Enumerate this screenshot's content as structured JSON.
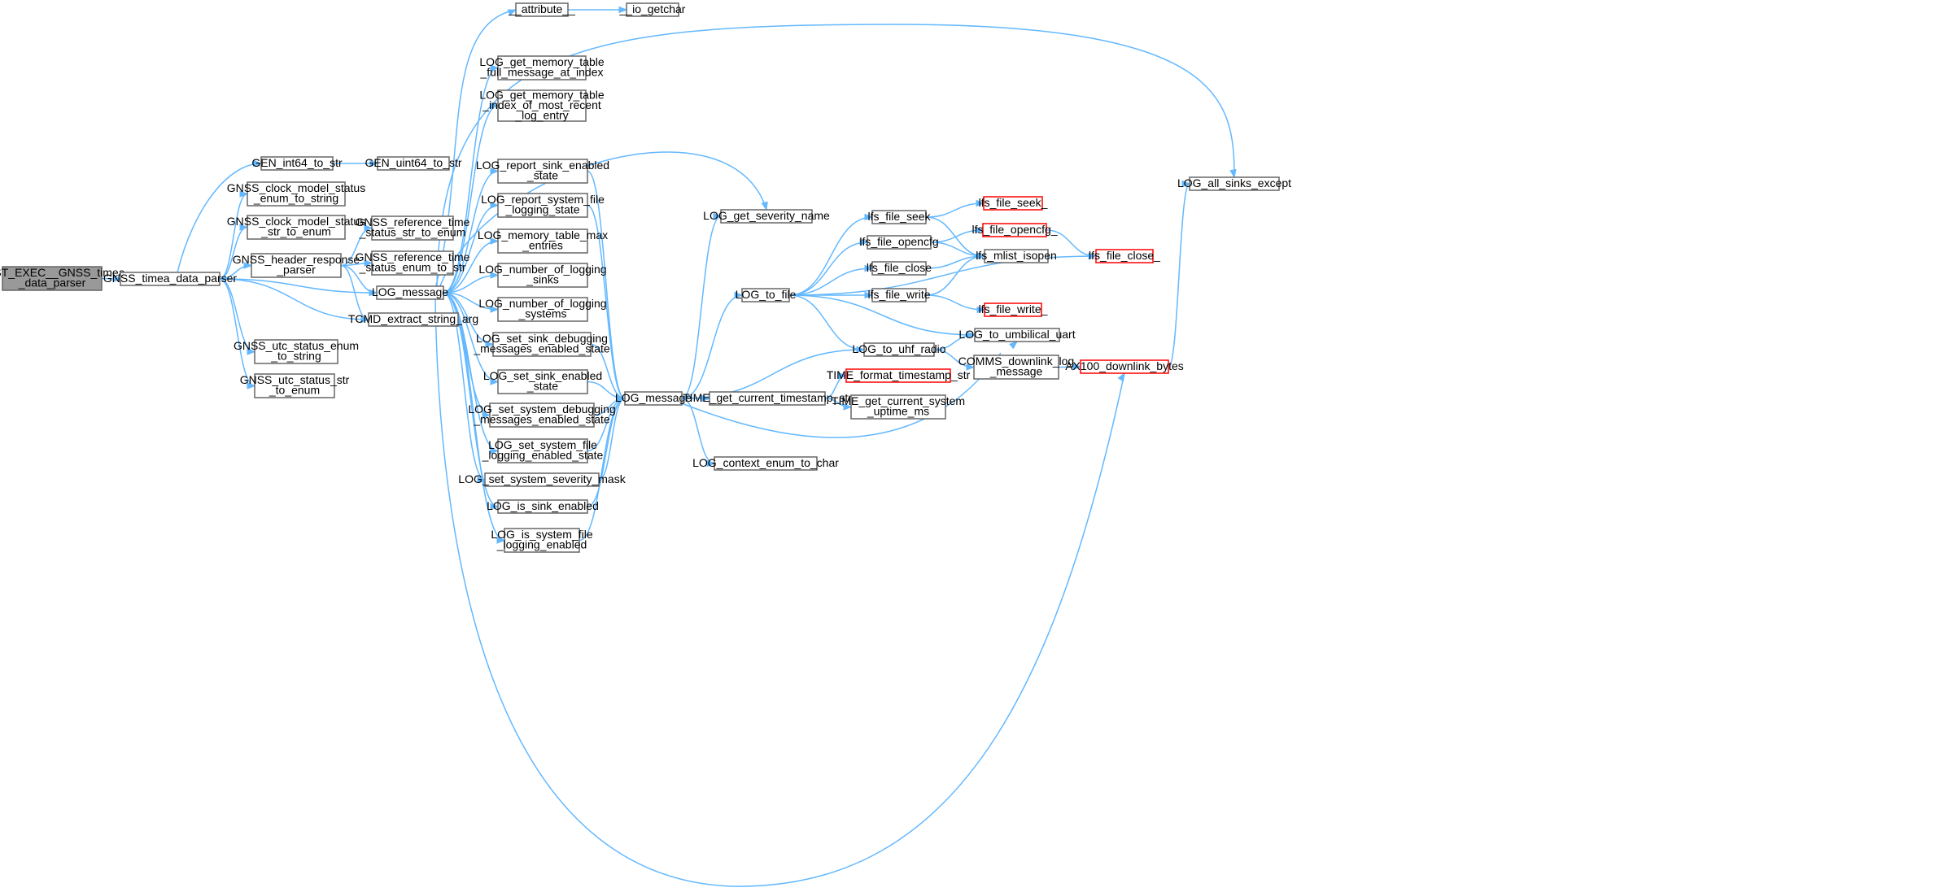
{
  "graph": {
    "edge_color": "#63b8ff",
    "node_border_color": "#666666",
    "root_fill": "#999999",
    "truncated_border_color": "#ff0000",
    "nodes": [
      {
        "id": "root",
        "lines": [
          "TEST_EXEC__GNSS_timea",
          "_data_parser"
        ],
        "kind": "root"
      },
      {
        "id": "gnss_timea",
        "lines": [
          "GNSS_timea_data_parser"
        ],
        "kind": "normal"
      },
      {
        "id": "gen_int64",
        "lines": [
          "GEN_int64_to_str"
        ],
        "kind": "normal"
      },
      {
        "id": "gen_uint64",
        "lines": [
          "GEN_uint64_to_str"
        ],
        "kind": "normal"
      },
      {
        "id": "clk_e2s",
        "lines": [
          "GNSS_clock_model_status",
          "_enum_to_string"
        ],
        "kind": "normal"
      },
      {
        "id": "clk_s2e",
        "lines": [
          "GNSS_clock_model_status",
          "_str_to_enum"
        ],
        "kind": "normal"
      },
      {
        "id": "hdr_parser",
        "lines": [
          "GNSS_header_response",
          "_parser"
        ],
        "kind": "normal"
      },
      {
        "id": "ref_s2e",
        "lines": [
          "GNSS_reference_time",
          "_status_str_to_enum"
        ],
        "kind": "normal"
      },
      {
        "id": "ref_e2s",
        "lines": [
          "GNSS_reference_time",
          "_status_enum_to_str"
        ],
        "kind": "normal"
      },
      {
        "id": "log_msg1",
        "lines": [
          "LOG_message"
        ],
        "kind": "normal"
      },
      {
        "id": "tcmd",
        "lines": [
          "TCMD_extract_string_arg"
        ],
        "kind": "normal"
      },
      {
        "id": "utc_e2s",
        "lines": [
          "GNSS_utc_status_enum",
          "_to_string"
        ],
        "kind": "normal"
      },
      {
        "id": "utc_s2e",
        "lines": [
          "GNSS_utc_status_str",
          "_to_enum"
        ],
        "kind": "normal"
      },
      {
        "id": "attribute",
        "lines": [
          "__attribute__"
        ],
        "kind": "normal"
      },
      {
        "id": "io_getchar",
        "lines": [
          "__io_getchar"
        ],
        "kind": "normal"
      },
      {
        "id": "mem_full",
        "lines": [
          "LOG_get_memory_table",
          "_full_message_at_index"
        ],
        "kind": "normal"
      },
      {
        "id": "mem_idx",
        "lines": [
          "LOG_get_memory_table",
          "_index_of_most_recent",
          "_log_entry"
        ],
        "kind": "normal"
      },
      {
        "id": "rep_sink",
        "lines": [
          "LOG_report_sink_enabled",
          "_state"
        ],
        "kind": "normal"
      },
      {
        "id": "rep_sys",
        "lines": [
          "LOG_report_system_file",
          "_logging_state"
        ],
        "kind": "normal"
      },
      {
        "id": "mem_max",
        "lines": [
          "LOG_memory_table_max",
          "_entries"
        ],
        "kind": "normal"
      },
      {
        "id": "num_sinks",
        "lines": [
          "LOG_number_of_logging",
          "_sinks"
        ],
        "kind": "normal"
      },
      {
        "id": "num_sys",
        "lines": [
          "LOG_number_of_logging",
          "_systems"
        ],
        "kind": "normal"
      },
      {
        "id": "set_sink_dbg",
        "lines": [
          "LOG_set_sink_debugging",
          "_messages_enabled_state"
        ],
        "kind": "normal"
      },
      {
        "id": "set_sink_en",
        "lines": [
          "LOG_set_sink_enabled",
          "_state"
        ],
        "kind": "normal"
      },
      {
        "id": "set_sys_dbg",
        "lines": [
          "LOG_set_system_debugging",
          "_messages_enabled_state"
        ],
        "kind": "normal"
      },
      {
        "id": "set_sys_file",
        "lines": [
          "LOG_set_system_file",
          "_logging_enabled_state"
        ],
        "kind": "normal"
      },
      {
        "id": "set_sev",
        "lines": [
          "LOG_set_system_severity_mask"
        ],
        "kind": "normal"
      },
      {
        "id": "is_sink",
        "lines": [
          "LOG_is_sink_enabled"
        ],
        "kind": "normal"
      },
      {
        "id": "is_sys_file",
        "lines": [
          "LOG_is_system_file",
          "_logging_enabled"
        ],
        "kind": "normal"
      },
      {
        "id": "log_msg2",
        "lines": [
          "LOG_message"
        ],
        "kind": "normal"
      },
      {
        "id": "sev_name",
        "lines": [
          "LOG_get_severity_name"
        ],
        "kind": "normal"
      },
      {
        "id": "to_file",
        "lines": [
          "LOG_to_file"
        ],
        "kind": "normal"
      },
      {
        "id": "time_ts",
        "lines": [
          "TIME_get_current_timestamp_str"
        ],
        "kind": "normal"
      },
      {
        "id": "ctx_enum",
        "lines": [
          "LOG_context_enum_to_char"
        ],
        "kind": "normal"
      },
      {
        "id": "lfs_seek",
        "lines": [
          "lfs_file_seek"
        ],
        "kind": "normal"
      },
      {
        "id": "lfs_opencfg",
        "lines": [
          "lfs_file_opencfg"
        ],
        "kind": "normal"
      },
      {
        "id": "lfs_close",
        "lines": [
          "lfs_file_close"
        ],
        "kind": "normal"
      },
      {
        "id": "lfs_write",
        "lines": [
          "lfs_file_write"
        ],
        "kind": "normal"
      },
      {
        "id": "to_uhf",
        "lines": [
          "LOG_to_uhf_radio"
        ],
        "kind": "normal"
      },
      {
        "id": "time_fmt",
        "lines": [
          "TIME_format_timestamp_str"
        ],
        "kind": "truncated"
      },
      {
        "id": "time_uptime",
        "lines": [
          "TIME_get_current_system",
          "_uptime_ms"
        ],
        "kind": "normal"
      },
      {
        "id": "lfs_seek_",
        "lines": [
          "lfs_file_seek_"
        ],
        "kind": "truncated"
      },
      {
        "id": "lfs_opencfg_",
        "lines": [
          "lfs_file_opencfg_"
        ],
        "kind": "truncated"
      },
      {
        "id": "lfs_mlist",
        "lines": [
          "lfs_mlist_isopen"
        ],
        "kind": "normal"
      },
      {
        "id": "lfs_write_",
        "lines": [
          "lfs_file_write_"
        ],
        "kind": "truncated"
      },
      {
        "id": "to_umb",
        "lines": [
          "LOG_to_umbilical_uart"
        ],
        "kind": "normal"
      },
      {
        "id": "comms_dl",
        "lines": [
          "COMMS_downlink_log",
          "_message"
        ],
        "kind": "normal"
      },
      {
        "id": "lfs_close_",
        "lines": [
          "lfs_file_close_"
        ],
        "kind": "truncated"
      },
      {
        "id": "ax100",
        "lines": [
          "AX100_downlink_bytes"
        ],
        "kind": "truncated"
      },
      {
        "id": "all_sinks",
        "lines": [
          "LOG_all_sinks_except"
        ],
        "kind": "normal"
      }
    ]
  }
}
